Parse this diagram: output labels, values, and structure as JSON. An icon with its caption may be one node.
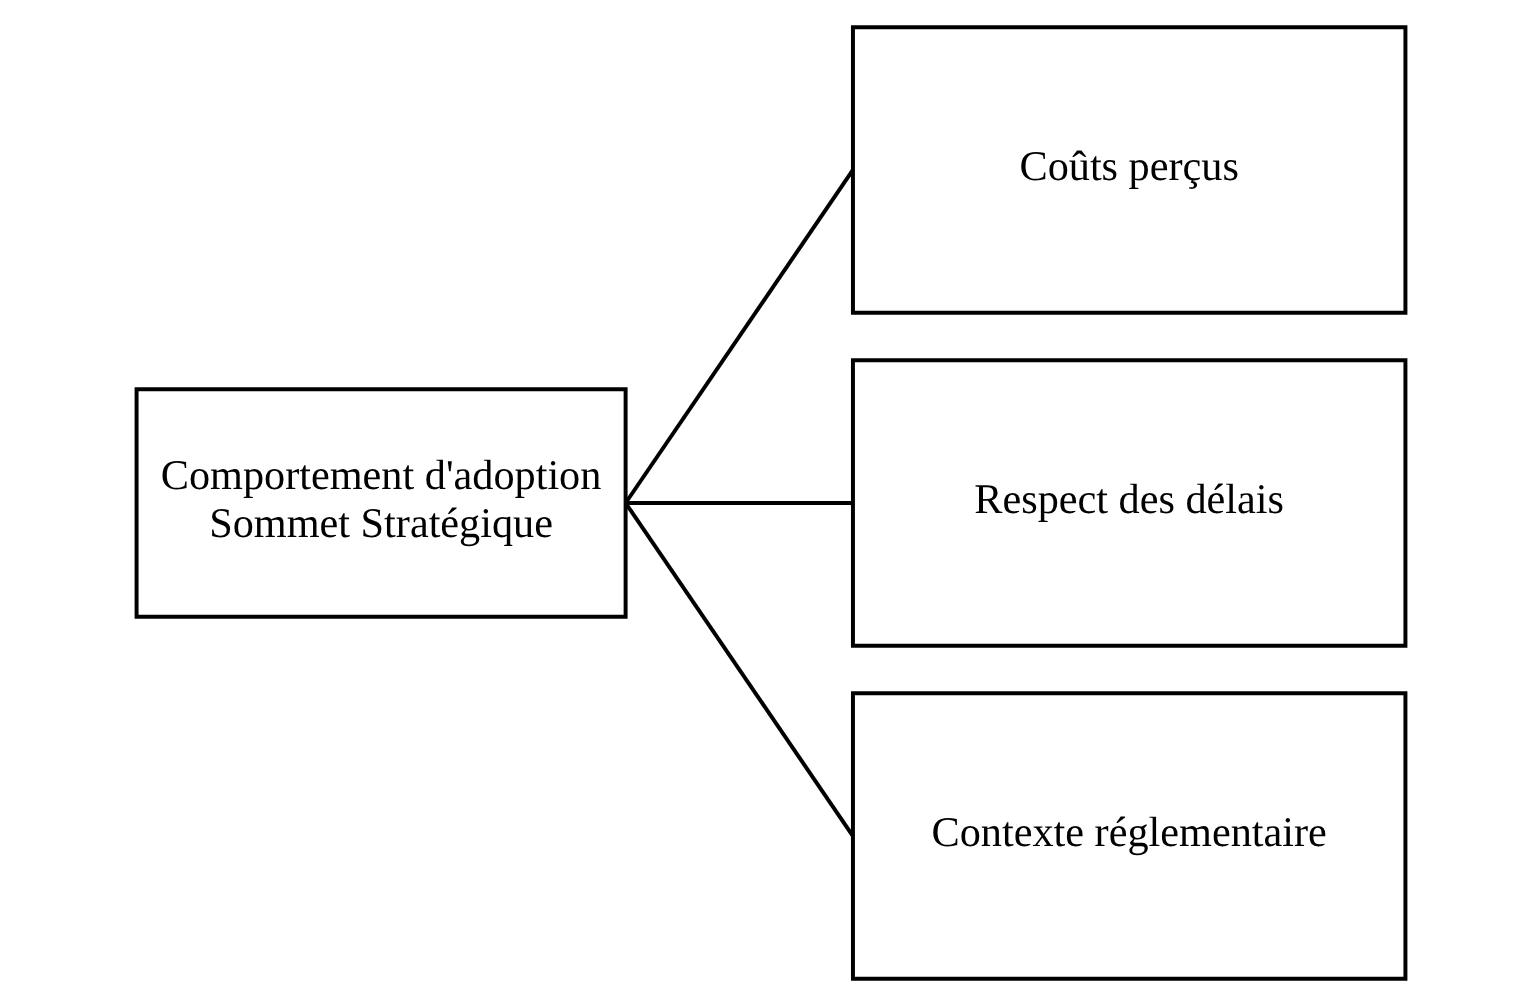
{
  "diagram": {
    "nodes": [
      {
        "text": [
          "Comportement d'adoption Sommet Stratégique"
        ]
      },
      {
        "text": [
          "Coûts perçus"
        ]
      },
      {
        "text": [
          "Respect des délais"
        ]
      },
      {
        "text": [
          "Contexte réglementaire"
        ]
      }
    ],
    "edges": [
      {
        "from": 0,
        "to": 1,
        "arrow": "none"
      },
      {
        "from": 0,
        "to": 2,
        "arrow": "none"
      },
      {
        "from": 0,
        "to": 3,
        "arrow": "none"
      }
    ]
  }
}
